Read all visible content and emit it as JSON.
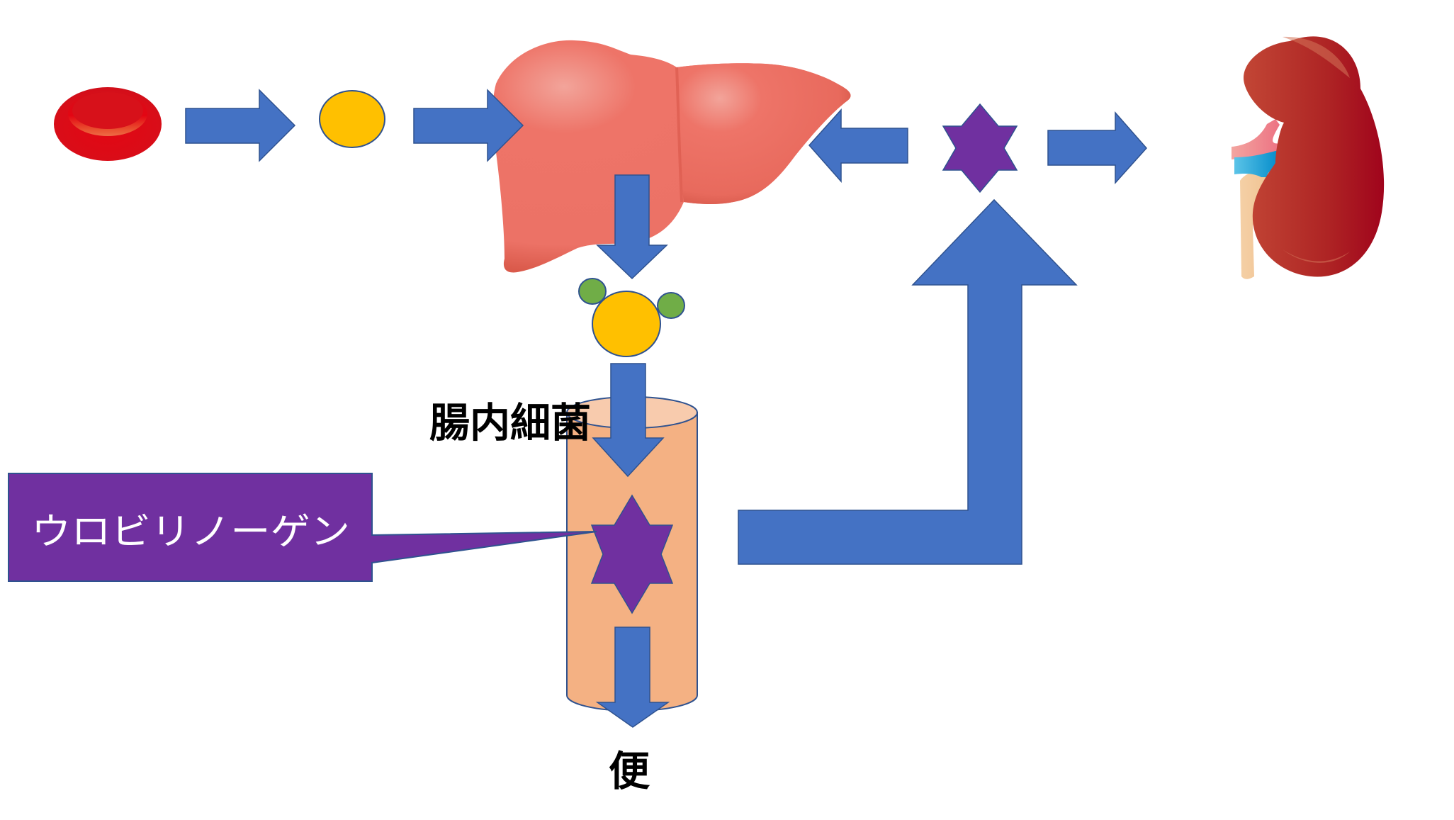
{
  "diagram": {
    "title": "",
    "nodes": {
      "red_blood_cell": {
        "label": "",
        "icon": "red-blood-cell"
      },
      "bilirubin_unconjugated": {
        "label": "",
        "icon": "yellow-circle"
      },
      "liver": {
        "label": "",
        "icon": "liver"
      },
      "bilirubin_conjugated": {
        "label": "",
        "icon": "yellow-circle-with-green-attachments"
      },
      "intestine": {
        "label": "",
        "icon": "cylinder"
      },
      "urobilinogen_in_intestine": {
        "label": "",
        "icon": "purple-hexagram"
      },
      "urobilinogen_in_blood": {
        "label": "",
        "icon": "purple-hexagram"
      },
      "kidney": {
        "label": "",
        "icon": "kidney"
      }
    },
    "labels": {
      "gut_bacteria": "腸内細菌",
      "stool": "便",
      "urobilinogen_callout": "ウロビリノーゲン"
    },
    "edges": [
      {
        "from": "red_blood_cell",
        "to": "bilirubin_unconjugated",
        "direction": "right"
      },
      {
        "from": "bilirubin_unconjugated",
        "to": "liver",
        "direction": "right"
      },
      {
        "from": "liver",
        "to": "bilirubin_conjugated",
        "direction": "down"
      },
      {
        "from": "bilirubin_conjugated",
        "to": "intestine",
        "direction": "down"
      },
      {
        "from": "intestine",
        "to": "stool",
        "direction": "down"
      },
      {
        "from": "intestine",
        "to": "urobilinogen_in_blood",
        "direction": "right-then-up"
      },
      {
        "from": "urobilinogen_in_blood",
        "to": "liver",
        "direction": "left"
      },
      {
        "from": "urobilinogen_in_blood",
        "to": "kidney",
        "direction": "right"
      }
    ],
    "colors": {
      "arrow_fill": "#4472C4",
      "arrow_stroke": "#2F528F",
      "bilirubin_yellow": "#FFC000",
      "green_attachment": "#70AD47",
      "urobilinogen_purple": "#7030A0",
      "intestine_body": "#F4B183",
      "intestine_top": "#F8CBAD",
      "liver": "#EE7468",
      "kidney": "#B52A26",
      "rbc": "#E0101A"
    }
  }
}
